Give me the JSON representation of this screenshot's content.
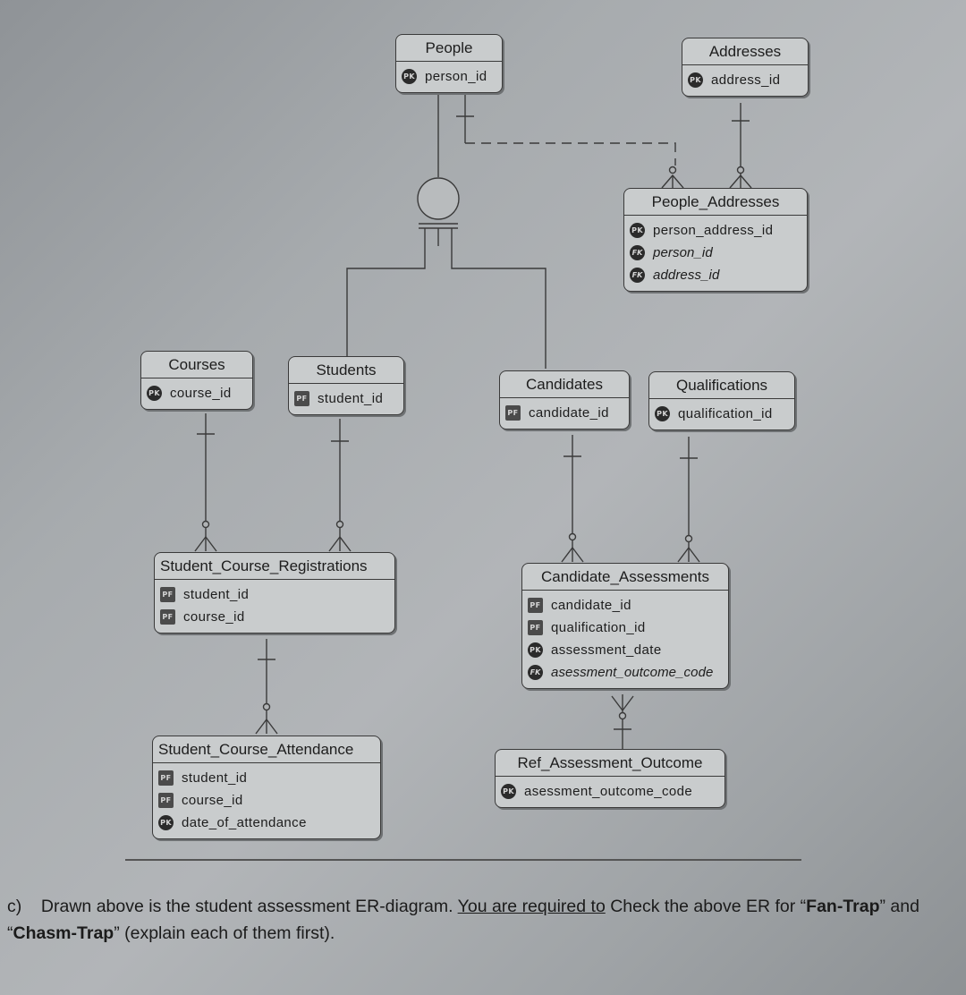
{
  "entities": {
    "people": {
      "title": "People",
      "attrs": [
        {
          "key": "PK",
          "name": "person_id"
        }
      ]
    },
    "addresses": {
      "title": "Addresses",
      "attrs": [
        {
          "key": "PK",
          "name": "address_id"
        }
      ]
    },
    "people_addresses": {
      "title": "People_Addresses",
      "attrs": [
        {
          "key": "PK",
          "name": "person_address_id"
        },
        {
          "key": "FK",
          "name": "person_id"
        },
        {
          "key": "FK",
          "name": "address_id"
        }
      ]
    },
    "courses": {
      "title": "Courses",
      "attrs": [
        {
          "key": "PK",
          "name": "course_id"
        }
      ]
    },
    "students": {
      "title": "Students",
      "attrs": [
        {
          "key": "PF",
          "name": "student_id"
        }
      ]
    },
    "candidates": {
      "title": "Candidates",
      "attrs": [
        {
          "key": "PF",
          "name": "candidate_id"
        }
      ]
    },
    "qualifications": {
      "title": "Qualifications",
      "attrs": [
        {
          "key": "PK",
          "name": "qualification_id"
        }
      ]
    },
    "student_course_registrations": {
      "title": "Student_Course_Registrations",
      "attrs": [
        {
          "key": "PF",
          "name": "student_id"
        },
        {
          "key": "PF",
          "name": "course_id"
        }
      ]
    },
    "candidate_assessments": {
      "title": "Candidate_Assessments",
      "attrs": [
        {
          "key": "PF",
          "name": "candidate_id"
        },
        {
          "key": "PF",
          "name": "qualification_id"
        },
        {
          "key": "PK",
          "name": "assessment_date"
        },
        {
          "key": "FK",
          "name": "asessment_outcome_code"
        }
      ]
    },
    "student_course_attendance": {
      "title": "Student_Course_Attendance",
      "attrs": [
        {
          "key": "PF",
          "name": "student_id"
        },
        {
          "key": "PF",
          "name": "course_id"
        },
        {
          "key": "PK",
          "name": "date_of_attendance"
        }
      ]
    },
    "ref_assessment_outcome": {
      "title": "Ref_Assessment_Outcome",
      "attrs": [
        {
          "key": "PK",
          "name": "asessment_outcome_code"
        }
      ]
    }
  },
  "question": {
    "label": "c)",
    "text_1": "Drawn above is the student assessment ER-diagram.",
    "underlined": "You are required to",
    "text_2": "Check the above ER for “",
    "term_1": "Fan-Trap",
    "text_3": "” and “",
    "term_2": "Chasm-Trap",
    "text_4": "” (explain each of them first)."
  }
}
